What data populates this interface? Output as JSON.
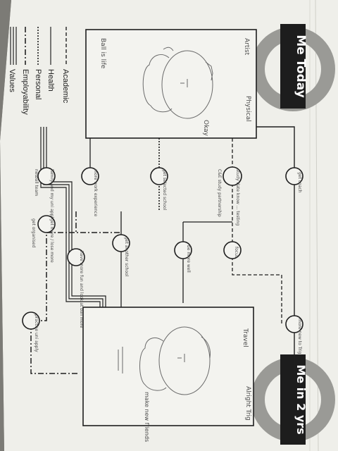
{
  "title_me_today": "Me Today",
  "title_me_in_2yrs": "Me in 2 yrs",
  "legend": {
    "title": "",
    "items": [
      "Academic",
      "Health",
      "Personal",
      "Employability",
      "Values"
    ]
  },
  "today_box": {
    "word_top": "Artist",
    "word_physical": "Physical",
    "word_left": "Ball is life",
    "word_bottom": "Okay"
  },
  "future_box": {
    "word_top": "Travel",
    "word_right": "Alright Trig",
    "word_bottom": "make new friends"
  },
  "nodes": [
    {
      "label": "get coach"
    },
    {
      "label": "study date know ... testing"
    },
    {
      "label": "C&E study partnership"
    },
    {
      "label": "focus"
    },
    {
      "label": "be more well"
    },
    {
      "label": "more new to Trig"
    },
    {
      "label": "get selected school"
    },
    {
      "label": "get another school"
    },
    {
      "label": "more work experience"
    },
    {
      "label": "family and my uni apply"
    },
    {
      "label": "netball team"
    },
    {
      "label": "get more / lose more"
    },
    {
      "label": "get organised"
    },
    {
      "label": "have more fun and look at ball more"
    },
    {
      "label": "practise uni apply"
    }
  ]
}
